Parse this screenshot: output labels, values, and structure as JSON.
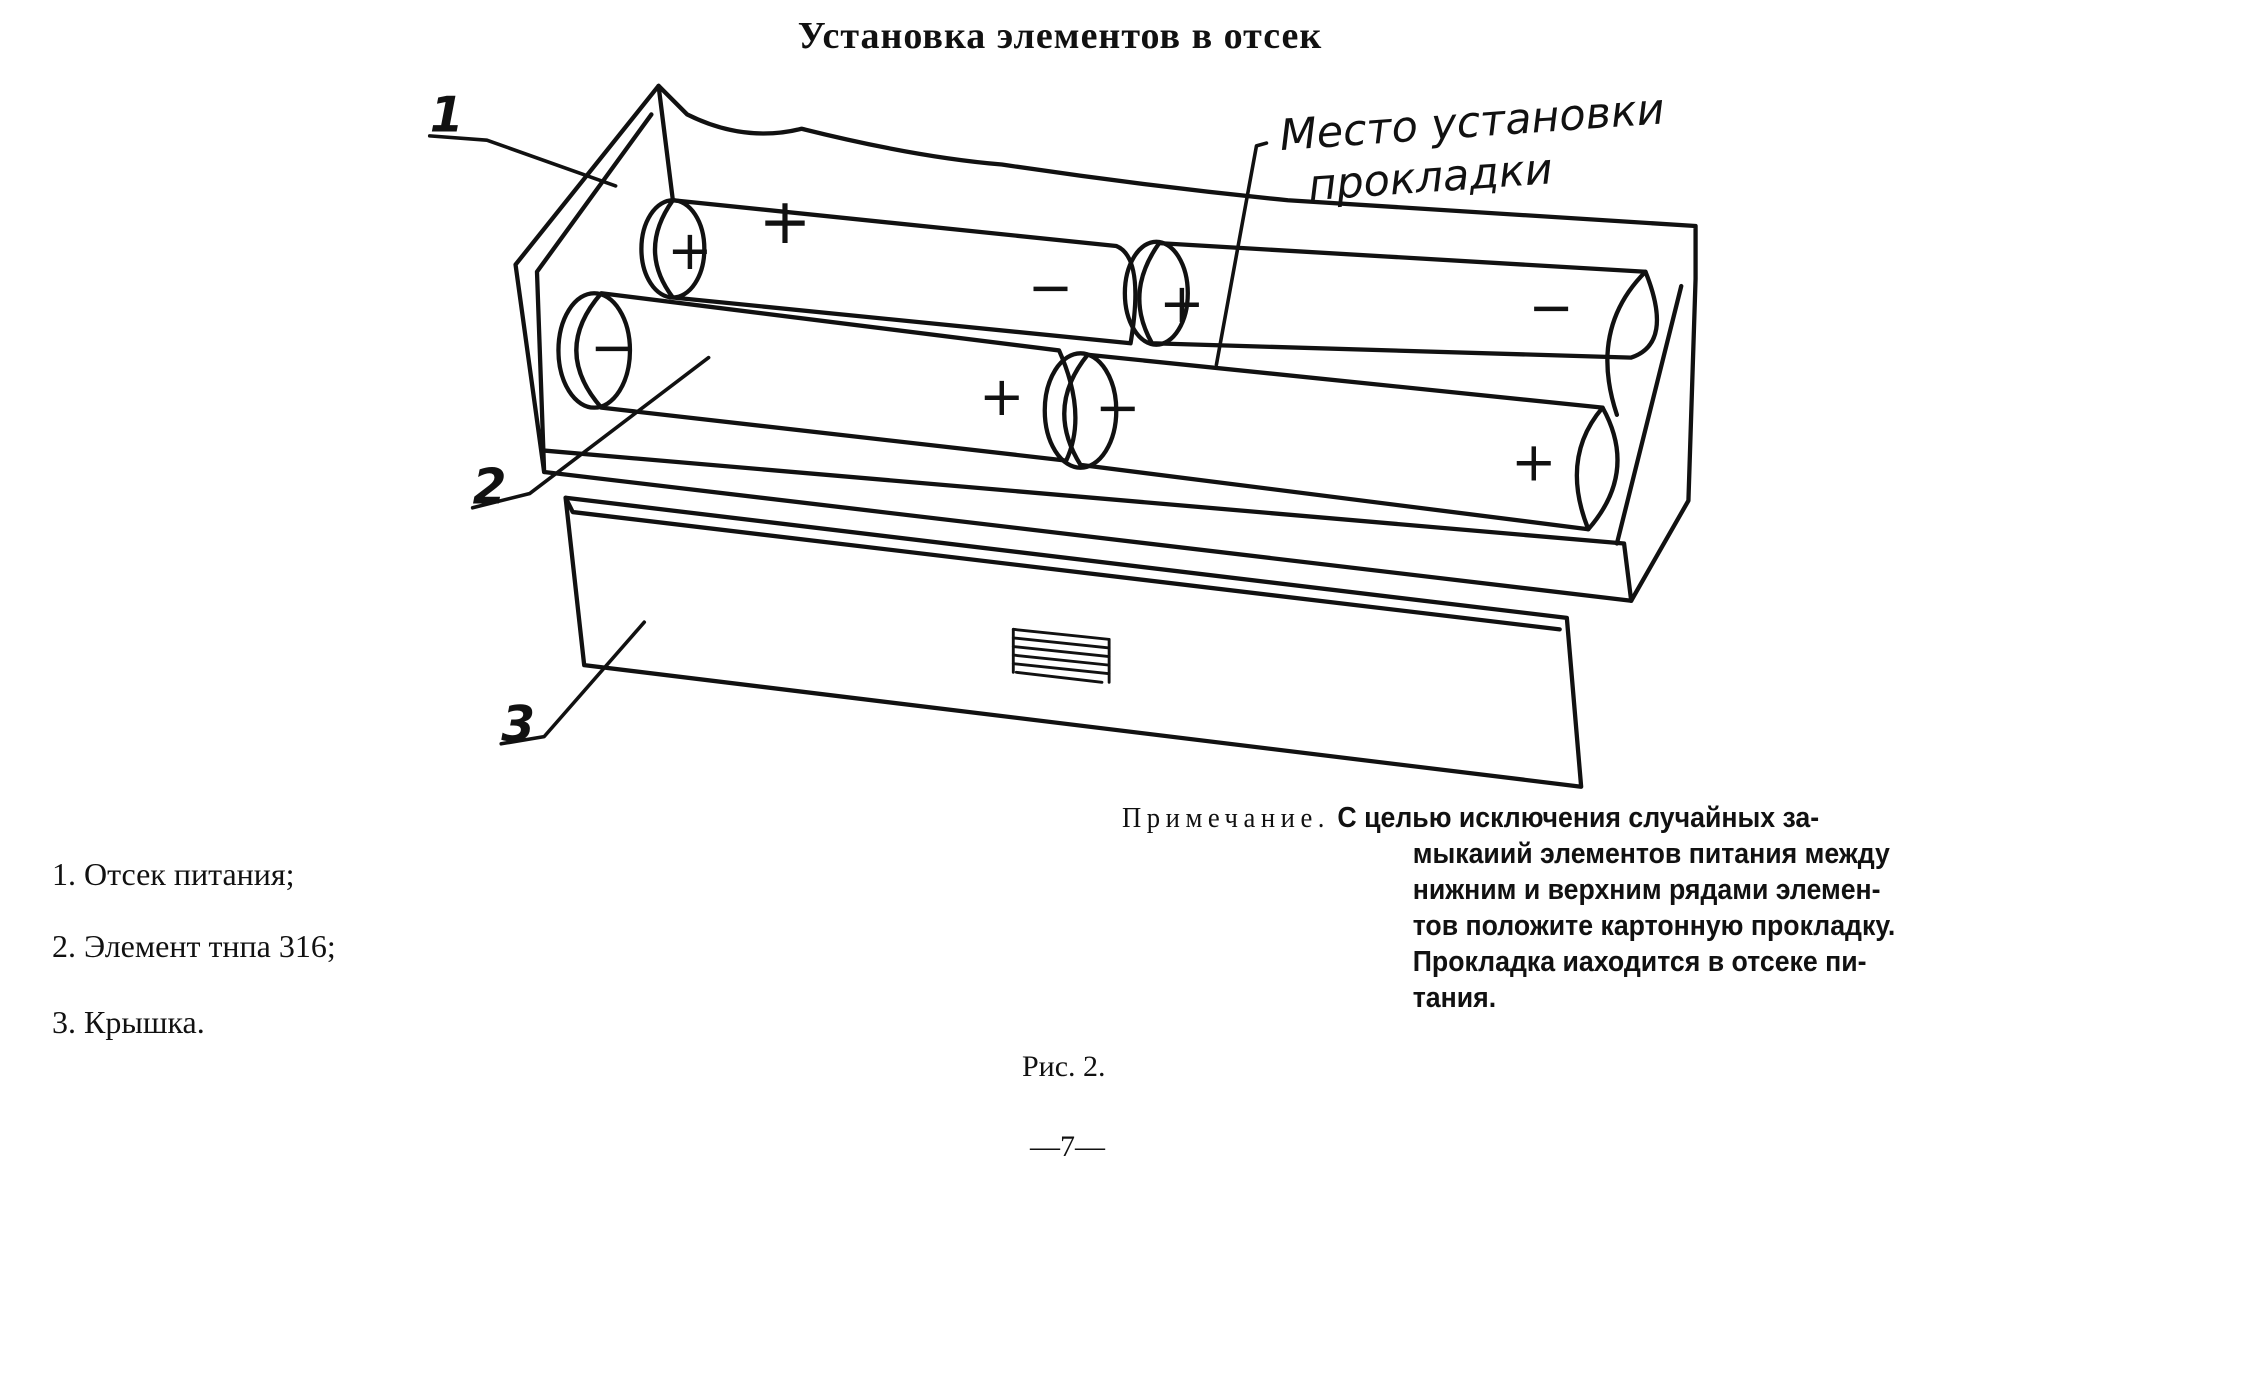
{
  "title": "Установка элементов в отсек",
  "drawing": {
    "callout": [
      "Место установки",
      "прокладки"
    ],
    "markers": [
      "1",
      "2",
      "3"
    ],
    "polarity": {
      "plus": "+",
      "minus": "−"
    }
  },
  "legend": [
    "1. Отсек питания;",
    "2. Элемент тнпа 316;",
    "3. Крышка."
  ],
  "note": {
    "label": "Примечание.",
    "first_line": "С целью исключения случайных за-",
    "lines": [
      "мыкаиий элементов питания между",
      "нижним и верхним рядами элемен-",
      "тов положите картонную прокладку.",
      "Прокладка иаходится в отсеке пи-",
      "тания."
    ]
  },
  "caption": "Рис. 2.",
  "page_number": "—7—"
}
